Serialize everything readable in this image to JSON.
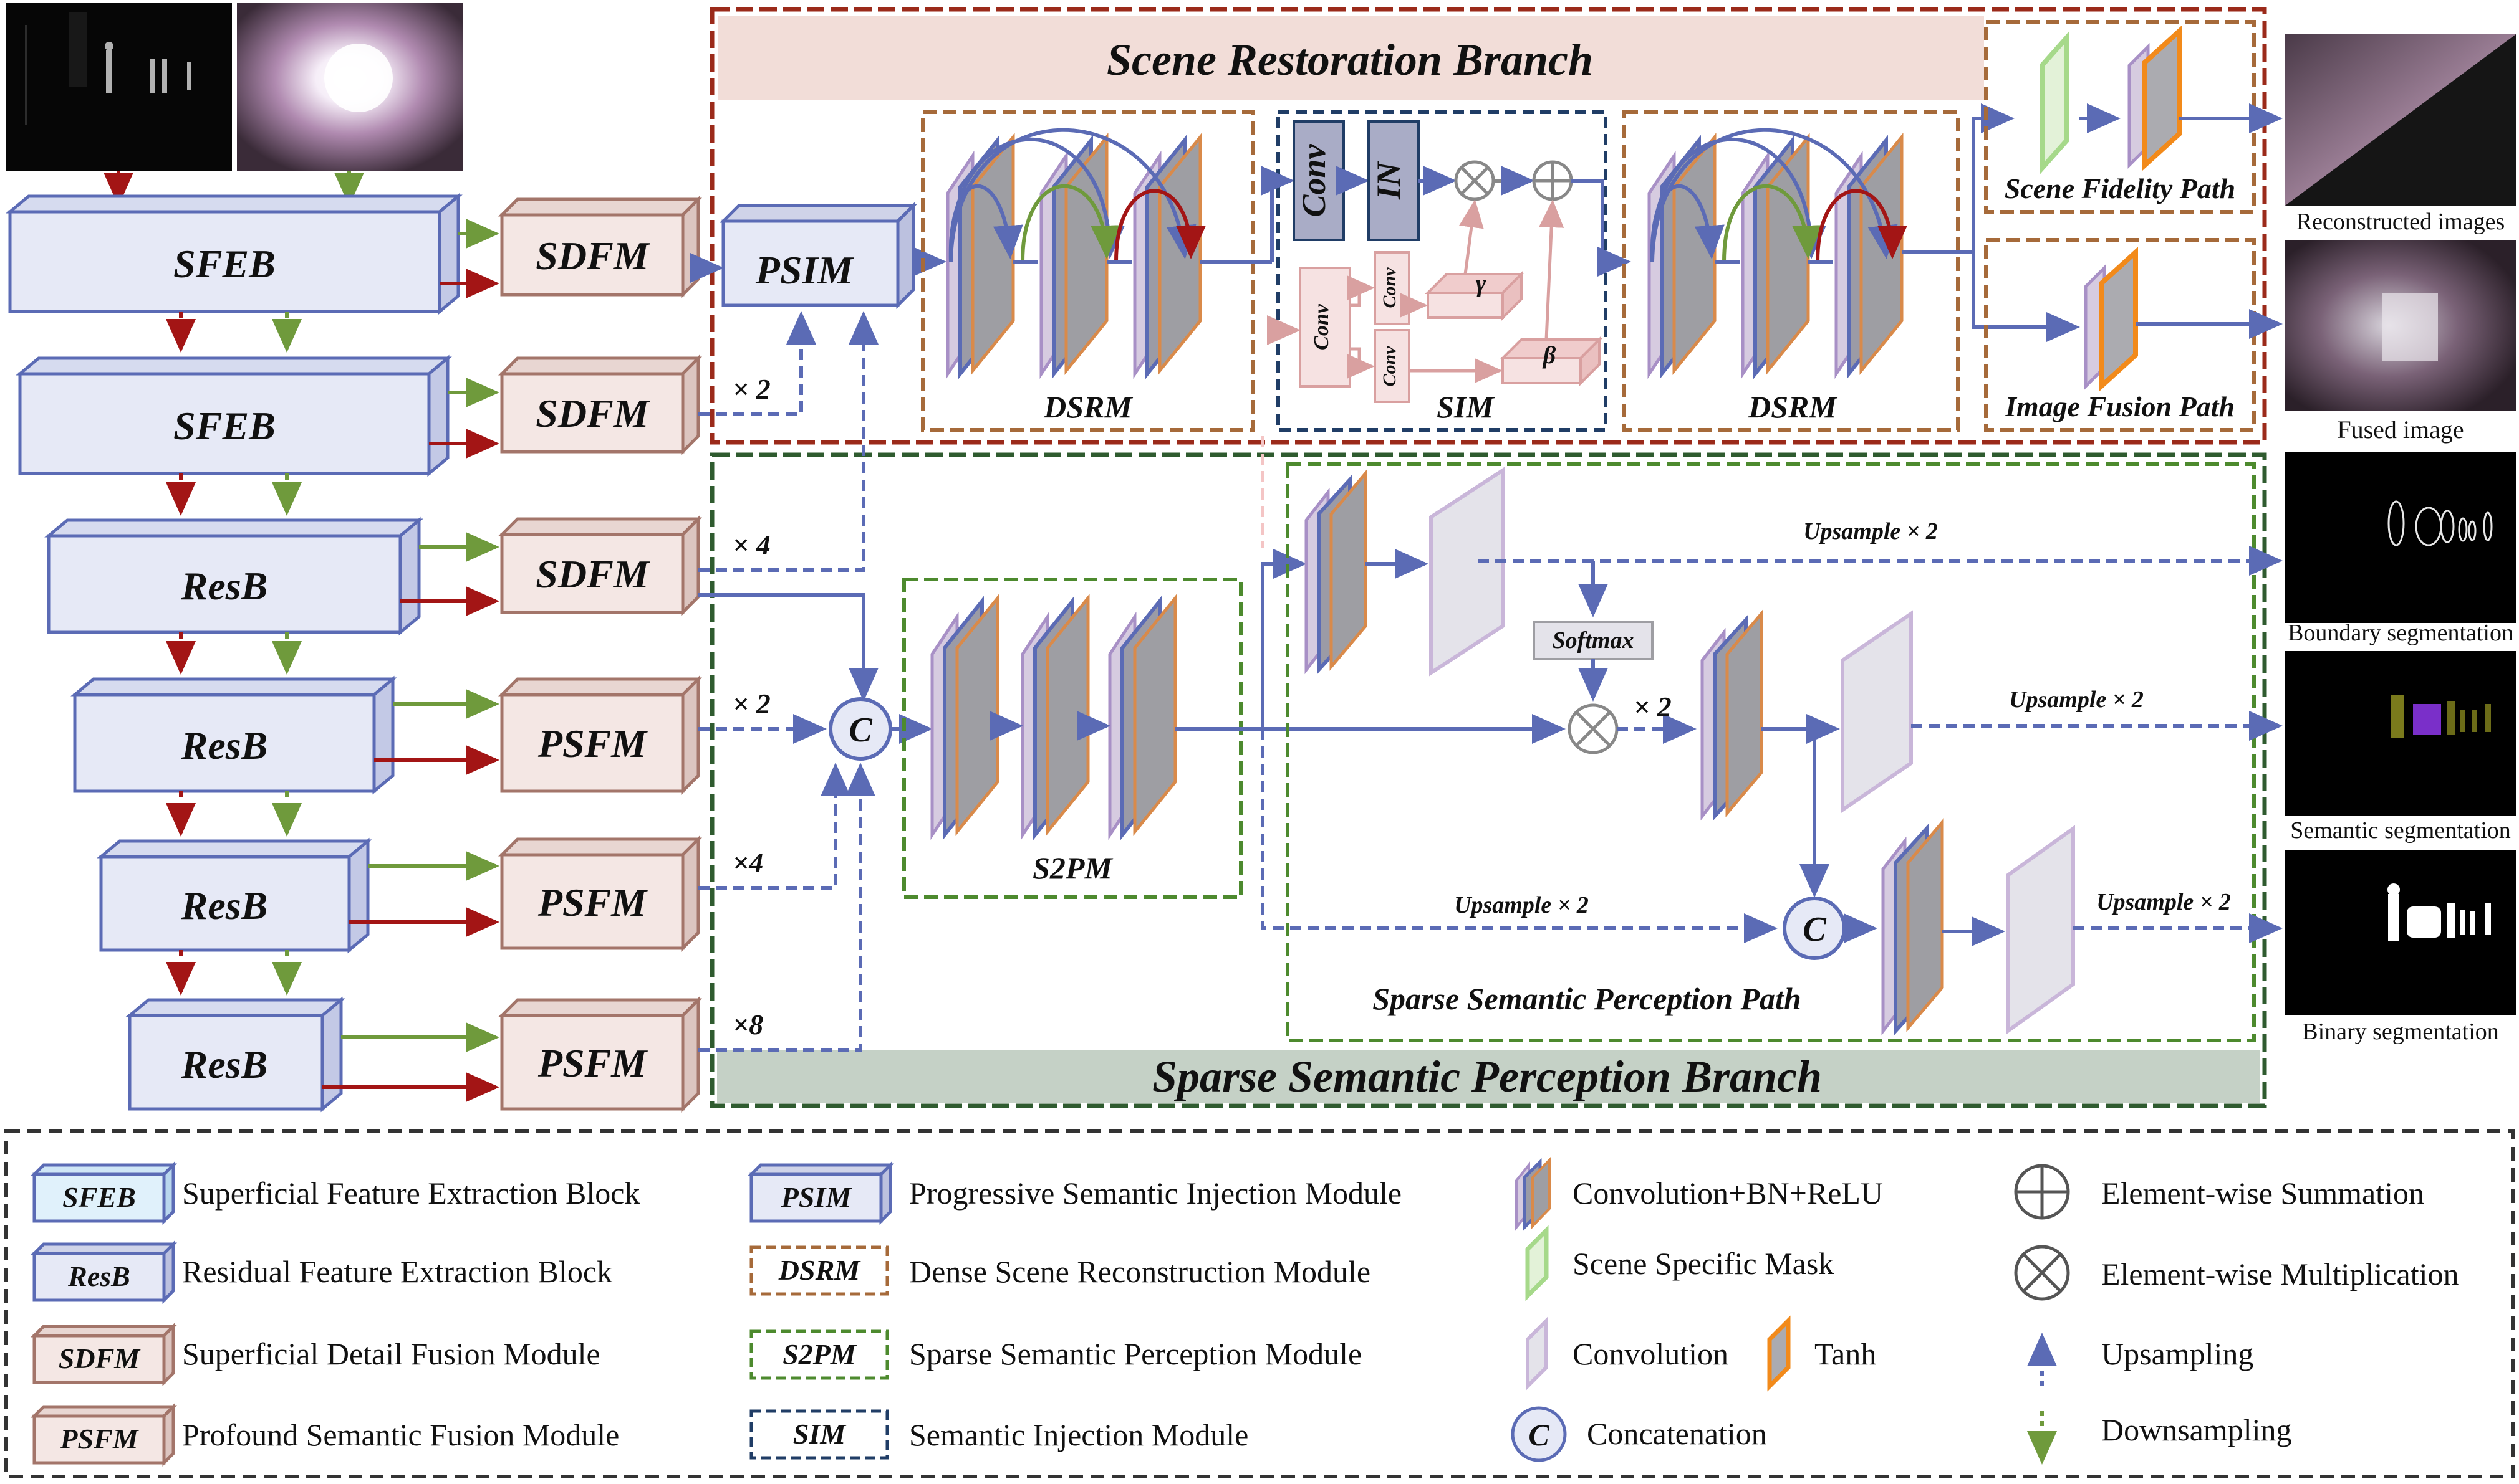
{
  "colors": {
    "blue_stroke": "#5b6bb5",
    "blue_fill": "#e6e9f6",
    "brown_stroke": "#a3756a",
    "brown_fill": "#f4e7e4",
    "red_arrow": "#a31515",
    "green_arrow": "#6f9a3c",
    "restoration_border": "#9b2a1a",
    "perception_border": "#2f5b2f",
    "dsrm_border": "#a66a3a",
    "s2pm_border": "#4d8a2e",
    "sim_border": "#203d66",
    "orange": "#f28a1a",
    "lavender": "#c9b6d9",
    "gray_slab": "#9e9ea3",
    "light_green": "#a6d98a"
  },
  "encoder": {
    "blocks": [
      "SFEB",
      "SFEB",
      "ResB",
      "ResB",
      "ResB",
      "ResB"
    ],
    "fusion": [
      "SDFM",
      "SDFM",
      "SDFM",
      "PSFM",
      "PSFM",
      "PSFM"
    ],
    "scale_labels": [
      "× 2",
      "× 4",
      "× 2",
      "×4",
      "×8"
    ]
  },
  "restoration": {
    "title": "Scene Restoration Branch",
    "psim": "PSIM",
    "dsrm_left": "DSRM",
    "dsrm_right": "DSRM",
    "sim": {
      "label": "SIM",
      "conv": "Conv",
      "in": "IN",
      "small_conv": "Conv",
      "gamma": "γ",
      "beta": "β"
    },
    "fidelity_path": "Scene Fidelity Path",
    "fusion_path": "Image Fusion Path"
  },
  "perception": {
    "title": "Sparse Semantic Perception Branch",
    "s2pm": "S2PM",
    "path_label": "Sparse Semantic Perception Path",
    "softmax": "Softmax",
    "concat": "C",
    "times2": "× 2",
    "upsample_labels": [
      "Upsample × 2",
      "Upsample × 2",
      "Upsample × 2",
      "Upsample × 2"
    ]
  },
  "outputs": {
    "labels": [
      "Reconstructed images",
      "Fused image",
      "Boundary segmentation",
      "Semantic segmentation",
      "Binary segmentation"
    ]
  },
  "legend": {
    "col1": [
      {
        "abbr": "SFEB",
        "text": "Superficial Feature Extraction Block"
      },
      {
        "abbr": "ResB",
        "text": "Residual Feature Extraction Block"
      },
      {
        "abbr": "SDFM",
        "text": "Superficial Detail Fusion Module"
      },
      {
        "abbr": "PSFM",
        "text": "Profound Semantic Fusion Module"
      }
    ],
    "col2": [
      {
        "abbr": "PSIM",
        "text": "Progressive Semantic Injection Module"
      },
      {
        "abbr": "DSRM",
        "text": "Dense Scene Reconstruction Module"
      },
      {
        "abbr": "S2PM",
        "text": "Sparse Semantic Perception Module"
      },
      {
        "abbr": "SIM",
        "text": "Semantic Injection Module"
      }
    ],
    "col3": {
      "conv_bn_relu": "Convolution+BN+ReLU",
      "mask": "Scene Specific Mask",
      "conv": "Convolution",
      "tanh": "Tanh",
      "concat_symbol": "C",
      "concat": "Concatenation"
    },
    "col4": {
      "sum": "Element-wise Summation",
      "mult": "Element-wise Multiplication",
      "up": "Upsampling",
      "down": "Downsampling"
    }
  }
}
